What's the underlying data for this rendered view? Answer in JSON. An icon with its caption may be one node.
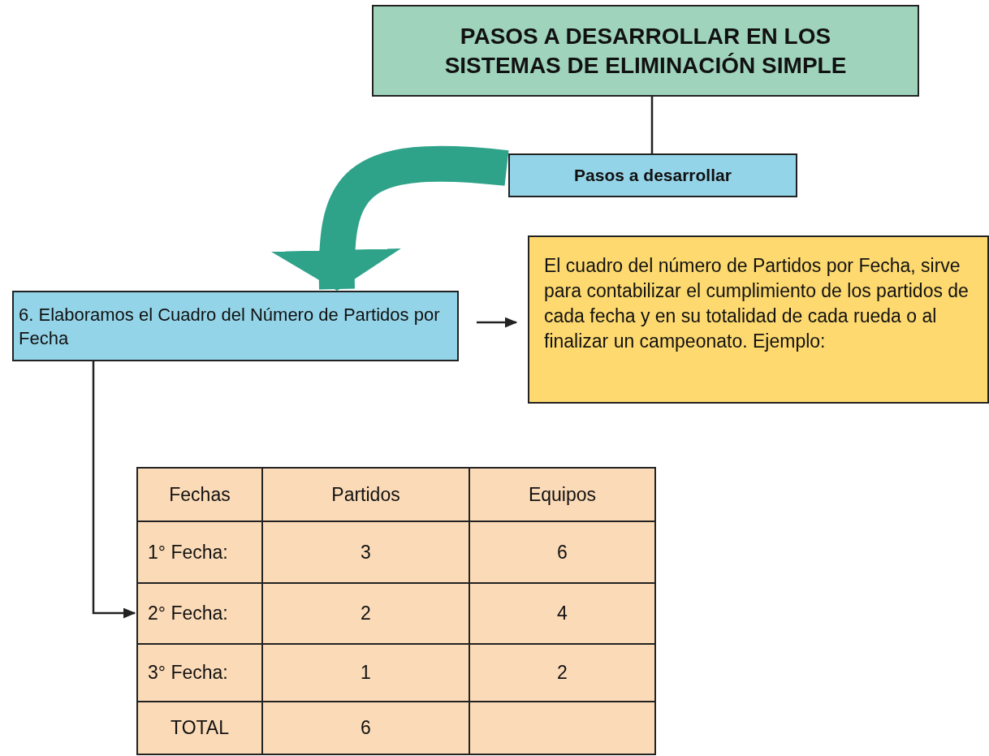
{
  "diagram": {
    "nodes": [
      {
        "text": [
          "PASOS A DESARROLLAR EN LOS SISTEMAS DE ELIMINACIÓN SIMPLE"
        ]
      },
      {
        "text": [
          "Pasos a desarrollar"
        ]
      },
      {
        "text": [
          "6. Elaboramos el Cuadro del Número de Partidos por Fecha"
        ]
      },
      {
        "text": [
          "El cuadro del número de Partidos por Fecha, sirve para contabilizar el cumplimiento de los partidos de cada fecha y en su totalidad de cada rueda o al finalizar un campeonato. Ejemplo:"
        ]
      },
      {
        "text": [],
        "shape": "box"
      }
    ],
    "edges": [
      {
        "from": 0,
        "to": 1,
        "arrow": "none"
      },
      {
        "from": 1,
        "to": 2,
        "arrow": "to",
        "style": "thick",
        "color": "#2fa38a"
      },
      {
        "from": 2,
        "to": 3,
        "arrow": "to"
      },
      {
        "from": 2,
        "to": 4,
        "arrow": "to"
      }
    ],
    "labels": [
      "Fechas",
      "Partidos",
      "Equipos",
      "1° Fecha:",
      "3",
      "6",
      "2° Fecha:",
      "2",
      "4",
      "3° Fecha:",
      "1",
      "2",
      "TOTAL",
      "6"
    ]
  }
}
